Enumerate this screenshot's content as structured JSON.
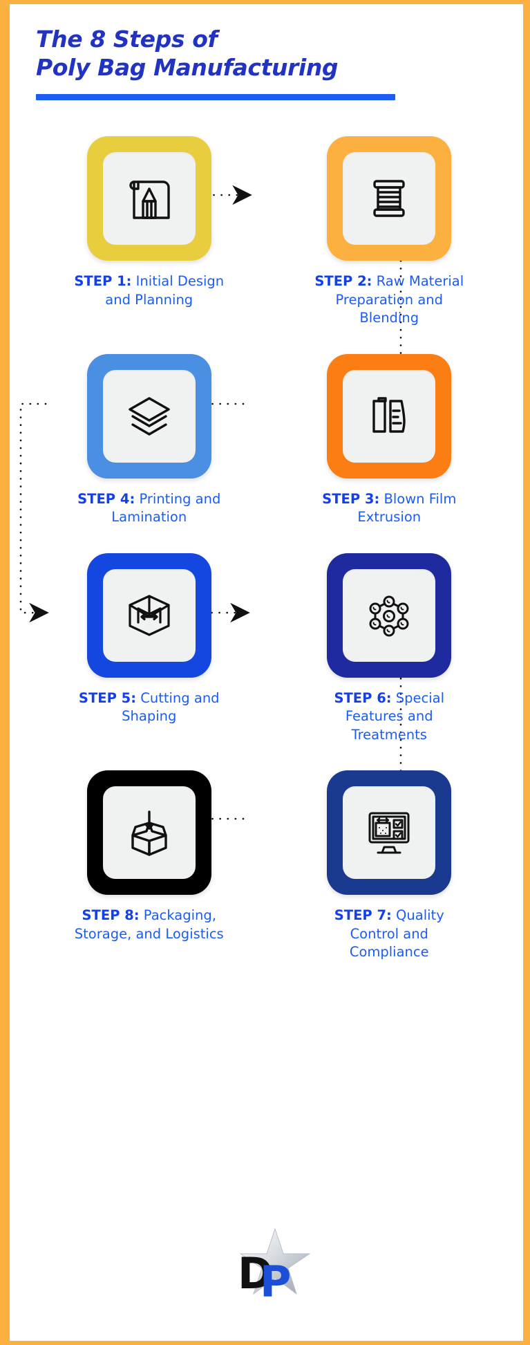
{
  "frame": {
    "border_color": "#fbb040",
    "background": "#ffffff"
  },
  "header": {
    "title_line1": "The 8 Steps of",
    "title_line2": "Poly Bag Manufacturing",
    "title_color": "#2233c4",
    "rule_color": "#1b5cf5"
  },
  "steps": [
    {
      "number": "STEP 1:",
      "text": " Initial Design and Planning",
      "color": "#e8ce3f",
      "icon": "document-pencil-icon"
    },
    {
      "number": "STEP 2:",
      "text": " Raw Material Preparation and Blending",
      "color": "#fbb040",
      "icon": "thread-spool-icon"
    },
    {
      "number": "STEP 4:",
      "text": " Printing and Lamination",
      "color": "#4b8fe3",
      "icon": "stacked-layers-icon"
    },
    {
      "number": "STEP 3:",
      "text": " Blown Film Extrusion",
      "color": "#fb7e14",
      "icon": "film-extrusion-icon"
    },
    {
      "number": "STEP 5:",
      "text": " Cutting and Shaping",
      "color": "#1347e0",
      "icon": "cube-resize-icon"
    },
    {
      "number": "STEP 6:",
      "text": " Special Features and Treatments",
      "color": "#1f2a9e",
      "icon": "molecule-icon"
    },
    {
      "number": "STEP 8:",
      "text": " Packaging, Storage, and Logistics",
      "color": "#000000",
      "icon": "open-box-icon"
    },
    {
      "number": "STEP 7:",
      "text": " Quality Control and Compliance",
      "color": "#1a3a8f",
      "icon": "quality-monitor-icon"
    }
  ],
  "logo": {
    "name": "dp-star-logo",
    "letter_d": "D",
    "letter_p": "P",
    "d_color": "#111111",
    "p_color": "#1c4fd8"
  }
}
